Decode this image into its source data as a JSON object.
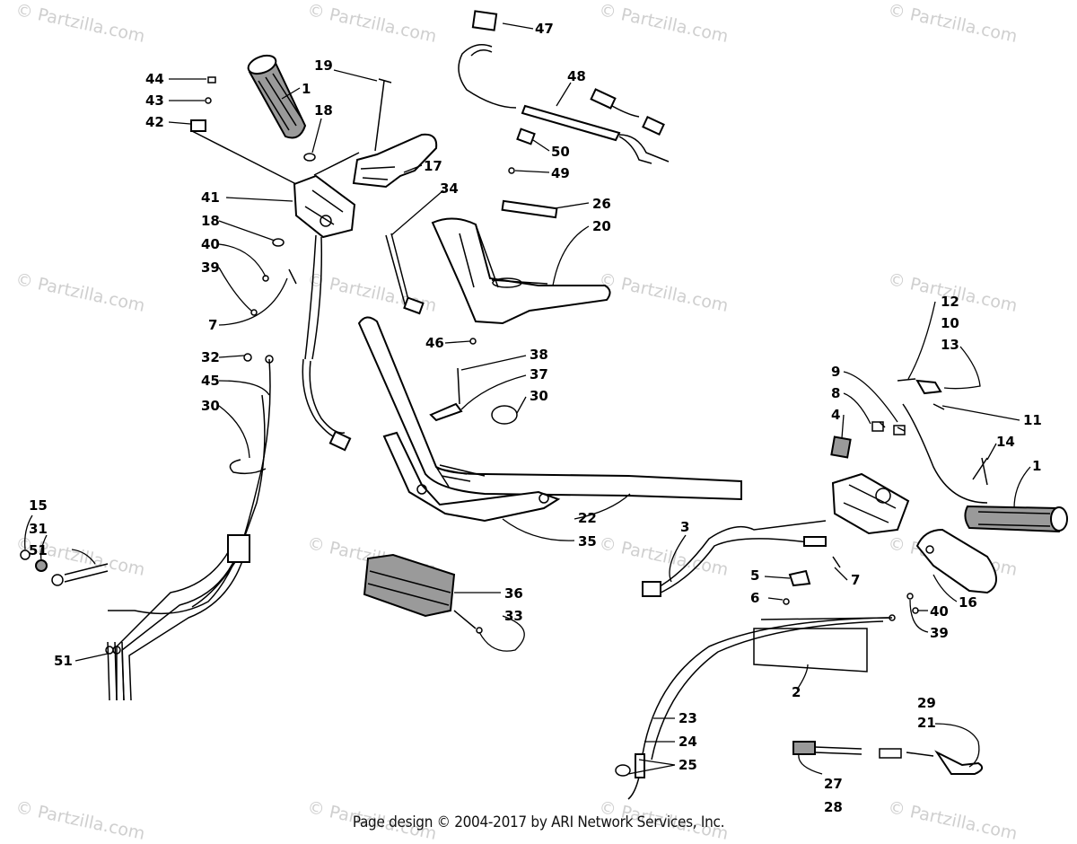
{
  "watermark": "© Partzilla.com",
  "footer": "Page design © 2004-2017 by ARI Network Services, Inc.",
  "callouts": [
    "47",
    "19",
    "1",
    "48",
    "44",
    "43",
    "42",
    "18",
    "50",
    "49",
    "17",
    "41",
    "34",
    "26",
    "20",
    "18",
    "40",
    "39",
    "7",
    "46",
    "38",
    "37",
    "30",
    "32",
    "45",
    "30",
    "12",
    "10",
    "13",
    "9",
    "8",
    "11",
    "4",
    "14",
    "1",
    "3",
    "22",
    "35",
    "15",
    "31",
    "51",
    "5",
    "7",
    "6",
    "36",
    "33",
    "16",
    "40",
    "39",
    "2",
    "51",
    "23",
    "24",
    "25",
    "29",
    "21",
    "27",
    "28"
  ]
}
